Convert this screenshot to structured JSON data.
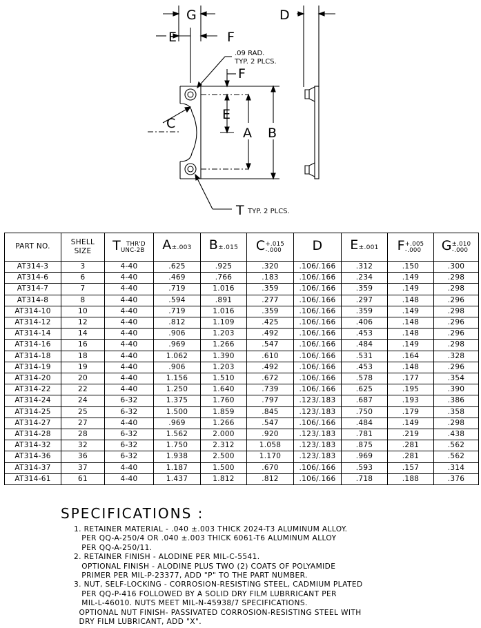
{
  "drawing": {
    "labels": {
      "g": "G",
      "d": "D",
      "e_top": "E",
      "f_top": "F",
      "radius_note_1": ".09 RAD.",
      "radius_note_2": "TYP. 2 PLCS.",
      "f_side": "F",
      "e_side": "E",
      "a": "A",
      "b": "B",
      "c": "C",
      "t_note_letter": "T",
      "t_note_text": "TYP. 2 PLCS."
    }
  },
  "table": {
    "headers": {
      "part_no": "PART NO.",
      "shell_1": "SHELL",
      "shell_2": "SIZE",
      "t_letter": "T",
      "t_thr_1": "THR'D",
      "t_thr_2": "UNC-2B",
      "a_letter": "A",
      "a_tol": "±.003",
      "b_letter": "B",
      "b_tol": "±.015",
      "c_letter": "C",
      "c_tol_1": "+.015",
      "c_tol_2": "-.000",
      "d_letter": "D",
      "e_letter": "E",
      "e_tol": "±.001",
      "f_letter": "F",
      "f_tol_1": "+.005",
      "f_tol_2": "-.000",
      "g_letter": "G",
      "g_tol_1": "±.010",
      "g_tol_2": "-.000"
    },
    "rows": [
      [
        "AT314-3",
        "3",
        "4-40",
        ".625",
        ".925",
        ".320",
        ".106/.166",
        ".312",
        ".150",
        ".300"
      ],
      [
        "AT314-6",
        "6",
        "4-40",
        ".469",
        ".766",
        ".183",
        ".106/.166",
        ".234",
        ".149",
        ".298"
      ],
      [
        "AT314-7",
        "7",
        "4-40",
        ".719",
        "1.016",
        ".359",
        ".106/.166",
        ".359",
        ".149",
        ".298"
      ],
      [
        "AT314-8",
        "8",
        "4-40",
        ".594",
        ".891",
        ".277",
        ".106/.166",
        ".297",
        ".148",
        ".296"
      ],
      [
        "AT314-10",
        "10",
        "4-40",
        ".719",
        "1.016",
        ".359",
        ".106/.166",
        ".359",
        ".149",
        ".298"
      ],
      [
        "AT314-12",
        "12",
        "4-40",
        ".812",
        "1.109",
        ".425",
        ".106/.166",
        ".406",
        ".148",
        ".296"
      ],
      [
        "AT314-14",
        "14",
        "4-40",
        ".906",
        "1.203",
        ".492",
        ".106/.166",
        ".453",
        ".148",
        ".296"
      ],
      [
        "AT314-16",
        "16",
        "4-40",
        ".969",
        "1.266",
        ".547",
        ".106/.166",
        ".484",
        ".149",
        ".298"
      ],
      [
        "AT314-18",
        "18",
        "4-40",
        "1.062",
        "1.390",
        ".610",
        ".106/.166",
        ".531",
        ".164",
        ".328"
      ],
      [
        "AT314-19",
        "19",
        "4-40",
        ".906",
        "1.203",
        ".492",
        ".106/.166",
        ".453",
        ".148",
        ".296"
      ],
      [
        "AT314-20",
        "20",
        "4-40",
        "1.156",
        "1.510",
        ".672",
        ".106/.166",
        ".578",
        ".177",
        ".354"
      ],
      [
        "AT314-22",
        "22",
        "4-40",
        "1.250",
        "1.640",
        ".739",
        ".106/.166",
        ".625",
        ".195",
        ".390"
      ],
      [
        "AT314-24",
        "24",
        "6-32",
        "1.375",
        "1.760",
        ".797",
        ".123/.183",
        ".687",
        ".193",
        ".386"
      ],
      [
        "AT314-25",
        "25",
        "6-32",
        "1.500",
        "1.859",
        ".845",
        ".123/.183",
        ".750",
        ".179",
        ".358"
      ],
      [
        "AT314-27",
        "27",
        "4-40",
        ".969",
        "1.266",
        ".547",
        ".106/.166",
        ".484",
        ".149",
        ".298"
      ],
      [
        "AT314-28",
        "28",
        "6-32",
        "1.562",
        "2.000",
        ".920",
        ".123/.183",
        ".781",
        ".219",
        ".438"
      ],
      [
        "AT314-32",
        "32",
        "6-32",
        "1.750",
        "2.312",
        "1.058",
        ".123/.183",
        ".875",
        ".281",
        ".562"
      ],
      [
        "AT314-36",
        "36",
        "6-32",
        "1.938",
        "2.500",
        "1.170",
        ".123/.183",
        ".969",
        ".281",
        ".562"
      ],
      [
        "AT314-37",
        "37",
        "4-40",
        "1.187",
        "1.500",
        ".670",
        ".106/.166",
        ".593",
        ".157",
        ".314"
      ],
      [
        "AT314-61",
        "61",
        "4-40",
        "1.437",
        "1.812",
        ".812",
        ".106/.166",
        ".718",
        ".188",
        ".376"
      ]
    ]
  },
  "specifications": {
    "title": "SPECIFICATIONS :",
    "lines": [
      "1. RETAINER MATERIAL - .040 ±.003 THICK 2024-T3 ALUMINUM ALLOY.",
      "   PER QQ-A-250/4 OR .040 ±.003 THICK 6061-T6 ALUMINUM ALLOY",
      "   PER QQ-A-250/11.",
      "2. RETAINER FINISH - ALODINE PER MIL-C-5541.",
      "   OPTIONAL FINISH - ALODINE PLUS TWO (2) COATS OF POLYAMIDE",
      "   PRIMER PER MIL-P-23377, ADD \"P\" TO THE PART NUMBER.",
      "3. NUT, SELF-LOCKING - CORROSION-RESISTING STEEL, CADMIUM PLATED",
      "   PER QQ-P-416 FOLLOWED BY A SOLID DRY FILM LUBRRICANT PER",
      "   MIL-L-46010. NUTS MEET MIL-N-45938/7 SPECIFICATIONS.",
      "  OPTIONAL NUT FINISH- PASSIVATED CORROSION-RESISTING STEEL WITH",
      "  DRY FILM LUBRICANT, ADD \"X\"."
    ]
  }
}
